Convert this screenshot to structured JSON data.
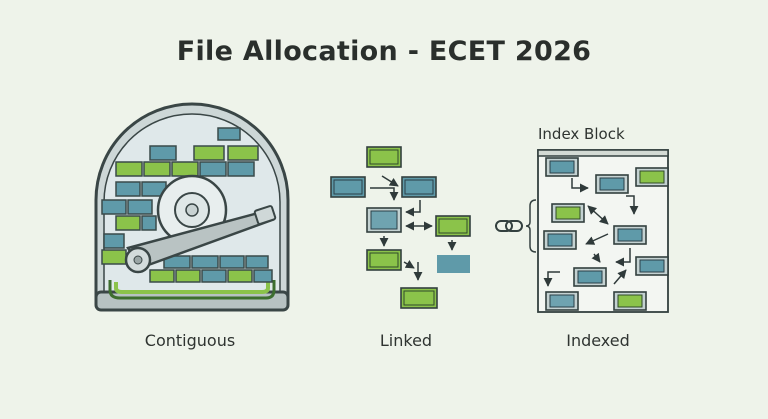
{
  "title": "File Allocation - ECET 2026",
  "captions": {
    "contiguous": "Contiguous",
    "linked": "Linked",
    "indexed": "Indexed"
  },
  "index_block_label": "Index Block",
  "colors": {
    "background": "#eef3ea",
    "green_block": "#8bc34a",
    "teal_block": "#4f8fa0",
    "outline": "#3a4a4a",
    "disk_body": "#c9d3d3"
  }
}
